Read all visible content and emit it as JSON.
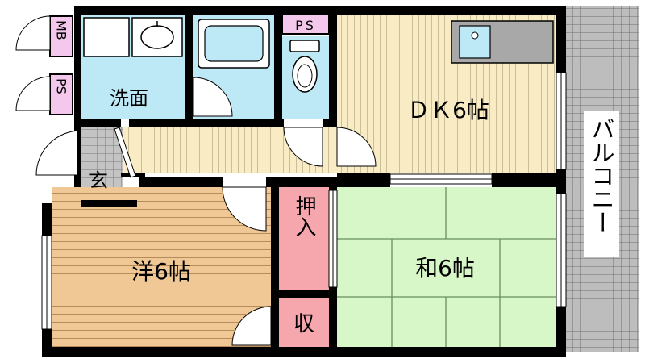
{
  "colors": {
    "wall": "#000000",
    "floor_wood": "#f9ecc4",
    "floor_wood_line": "#cbbf9a",
    "floor_western": "#efc896",
    "floor_western_line": "#b58c5c",
    "floor_tatami": "#d7f7c9",
    "floor_tile": "#a8a8a8",
    "water": "#bde8f5",
    "closet": "#f5a7ad",
    "ps_box": "#f3c8ec",
    "balcony": "#a9a9a9"
  },
  "rooms": {
    "dk": "ＤＫ6帖",
    "western": "洋6帖",
    "japanese": "和6帖",
    "washroom": "洗面",
    "entrance": "玄",
    "closet_push": "押入",
    "closet_storage": "収",
    "balcony": "バルコニー"
  },
  "tags": {
    "mb": "MB",
    "ps_left": "PS",
    "ps_top": "PS"
  },
  "icons": {
    "sink": "sink-icon",
    "bathtub": "bathtub-icon",
    "toilet": "toilet-icon",
    "kitchen": "kitchen-counter-icon",
    "washing_machine": "washing-machine-pan-icon"
  }
}
